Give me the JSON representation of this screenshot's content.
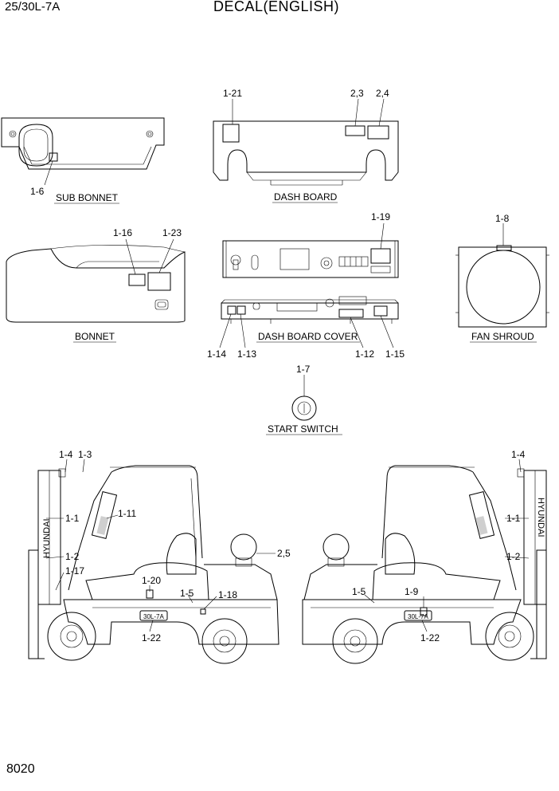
{
  "header": {
    "model": "25/30L-7A",
    "title": "DECAL(ENGLISH)"
  },
  "footer": {
    "page_number": "8020"
  },
  "sections": {
    "sub_bonnet": "SUB BONNET",
    "dash_board": "DASH BOARD",
    "bonnet": "BONNET",
    "dash_board_cover": "DASH BOARD COVER",
    "fan_shroud": "FAN SHROUD",
    "start_switch": "START SWITCH"
  },
  "callouts": {
    "sub_bonnet_1_6": "1-6",
    "dash_1_21": "1-21",
    "dash_2_3": "2,3",
    "dash_2_4": "2,4",
    "bonnet_1_16": "1-16",
    "bonnet_1_23": "1-23",
    "cover_1_19": "1-19",
    "cover_1_14": "1-14",
    "cover_1_13": "1-13",
    "cover_1_12": "1-12",
    "cover_1_15": "1-15",
    "fan_1_8": "1-8",
    "switch_1_7": "1-7",
    "left_1_4": "1-4",
    "left_1_3": "1-3",
    "left_1_1": "1-1",
    "left_1_11": "1-11",
    "left_1_2": "1-2",
    "left_1_17": "1-17",
    "left_1_20": "1-20",
    "left_1_5": "1-5",
    "left_1_18": "1-18",
    "left_2_5": "2,5",
    "left_1_22": "1-22",
    "right_1_4": "1-4",
    "right_1_1": "1-1",
    "right_1_2": "1-2",
    "right_1_5": "1-5",
    "right_1_9": "1-9",
    "right_1_22": "1-22"
  },
  "decals": {
    "mast_brand": "HYUNDAI",
    "counterweight_model": "30L-7A"
  }
}
